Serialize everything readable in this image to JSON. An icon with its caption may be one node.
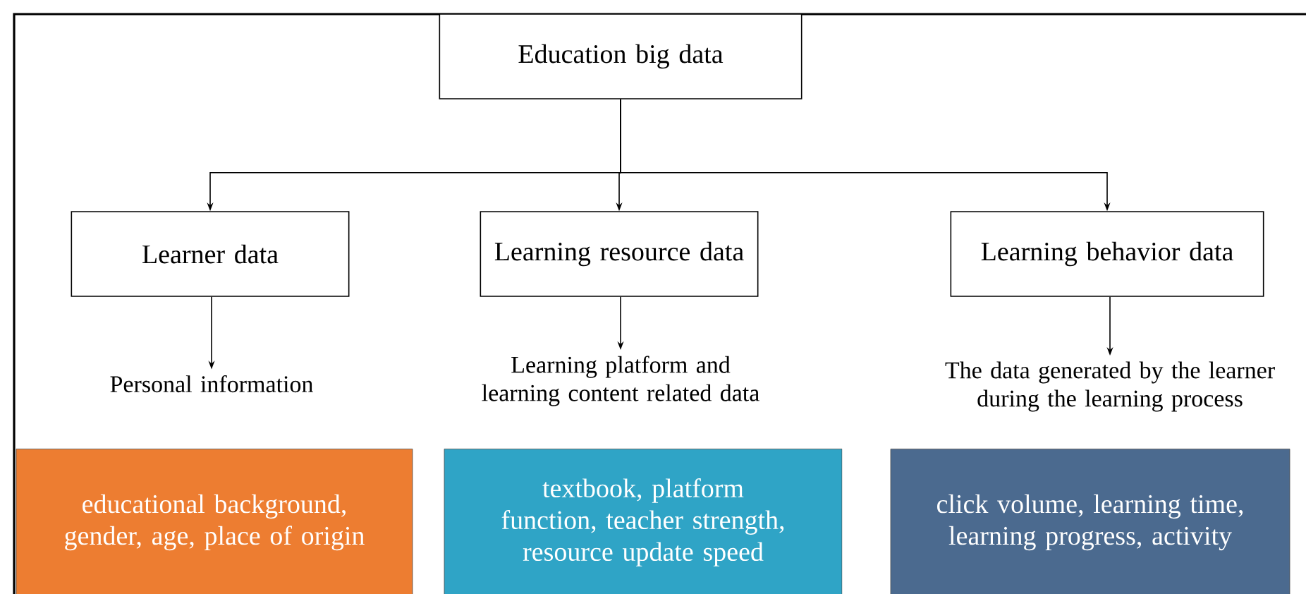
{
  "diagram": {
    "nodes": [
      {
        "text": [
          "Education big data"
        ]
      },
      {
        "text": [
          "Learner data"
        ]
      },
      {
        "text": [
          "Learning resource data"
        ]
      },
      {
        "text": [
          "Learning behavior data"
        ]
      },
      {
        "text": [
          "Personal information"
        ]
      },
      {
        "text": [
          "Learning platform and learning content related data"
        ]
      },
      {
        "text": [
          "The data generated by the learner during the learning process"
        ]
      },
      {
        "text": [
          "educational background, gender, age, place of origin"
        ]
      },
      {
        "text": [
          "textbook, platform function, teacher strength, resource update speed"
        ]
      },
      {
        "text": [
          "click volume, learning time, learning progress, activity"
        ]
      }
    ],
    "edges": [
      {
        "from": 0,
        "to": 1,
        "arrow": "to"
      },
      {
        "from": 0,
        "to": 2,
        "arrow": "to"
      },
      {
        "from": 0,
        "to": 3,
        "arrow": "to"
      },
      {
        "from": 1,
        "to": 4,
        "arrow": "to"
      },
      {
        "from": 2,
        "to": 5,
        "arrow": "to"
      },
      {
        "from": 3,
        "to": 6,
        "arrow": "to"
      }
    ]
  }
}
